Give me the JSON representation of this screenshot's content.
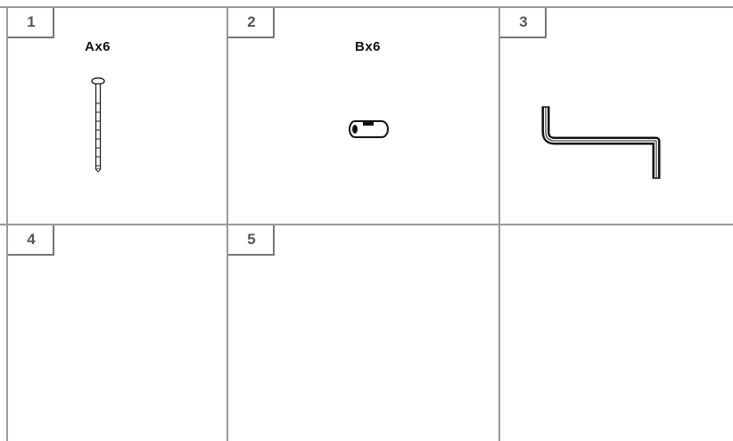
{
  "steps": [
    {
      "number": "1",
      "quantity_label": "Ax6",
      "part_icon": "screw-icon"
    },
    {
      "number": "2",
      "quantity_label": "Bx6",
      "part_icon": "barrel-nut-icon"
    },
    {
      "number": "3",
      "quantity_label": "",
      "part_icon": "allen-key-icon"
    },
    {
      "number": "4",
      "quantity_label": "",
      "part_icon": ""
    },
    {
      "number": "5",
      "quantity_label": "",
      "part_icon": ""
    }
  ]
}
